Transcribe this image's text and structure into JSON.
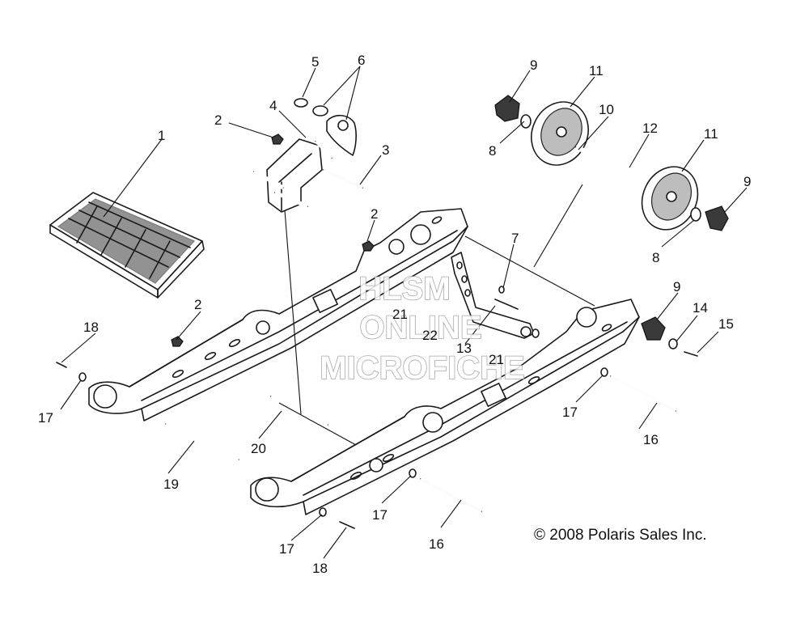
{
  "watermark": {
    "line1": "HLSM",
    "line2": "ONLINE",
    "line3": "MICROFICHE"
  },
  "copyright": "© 2008 Polaris Sales Inc.",
  "callouts": [
    "1",
    "2",
    "3",
    "4",
    "5",
    "6",
    "7",
    "8",
    "9",
    "10",
    "11",
    "12",
    "13",
    "14",
    "15",
    "16",
    "17",
    "18",
    "19",
    "20",
    "21",
    "22"
  ]
}
